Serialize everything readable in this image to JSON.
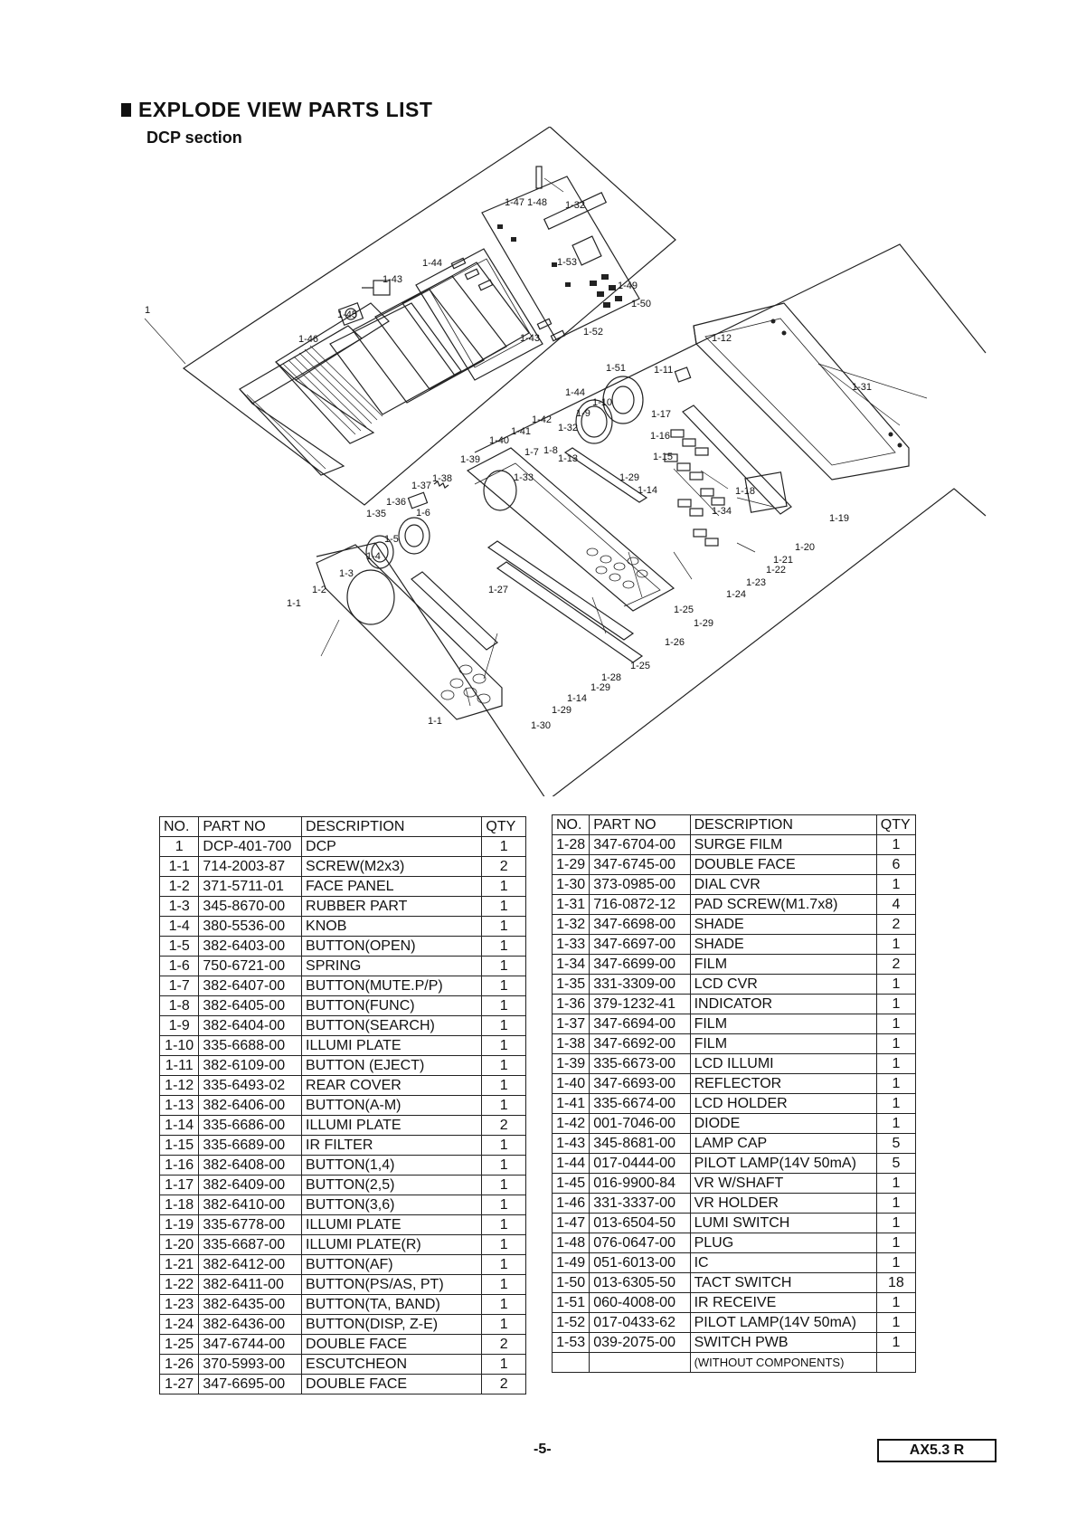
{
  "header": {
    "title": "EXPLODE VIEW PARTS LIST",
    "subtitle": "DCP section"
  },
  "diagram": {
    "labels": [
      "1-32",
      "1-47",
      "1-48",
      "1-53",
      "1-44",
      "1-43",
      "1-49",
      "1-50",
      "1-45",
      "1-46",
      "1-52",
      "1-43",
      "1-51",
      "1-44",
      "1-12",
      "1-11",
      "1-31",
      "1-10",
      "1-9",
      "1-42",
      "1-17",
      "1-32",
      "1-16",
      "1-41",
      "1-7",
      "1-8",
      "1-13",
      "1-15",
      "1-40",
      "1-39",
      "1-29",
      "1-14",
      "1-38",
      "1-33",
      "1-18",
      "1-37",
      "1-36",
      "1-34",
      "1-19",
      "1-35",
      "1-6",
      "1-20",
      "1-5",
      "1-21",
      "1-22",
      "1-4",
      "1-23",
      "1-3",
      "1-24",
      "1-27",
      "1-2",
      "1-1",
      "1-25",
      "1-29",
      "1-26",
      "1-25",
      "1-28",
      "1-29",
      "1-14",
      "1-29",
      "1-1",
      "1-30",
      "1"
    ]
  },
  "table": {
    "headers": {
      "no": "NO.",
      "part": "PART NO",
      "desc": "DESCRIPTION",
      "qty": "QTY"
    },
    "left_rows": [
      {
        "no": "1",
        "part": "DCP-401-700",
        "desc": "DCP",
        "qty": "1"
      },
      {
        "no": "1-1",
        "part": "714-2003-87",
        "desc": "SCREW(M2x3)",
        "qty": "2"
      },
      {
        "no": "1-2",
        "part": "371-5711-01",
        "desc": "FACE PANEL",
        "qty": "1"
      },
      {
        "no": "1-3",
        "part": "345-8670-00",
        "desc": "RUBBER PART",
        "qty": "1"
      },
      {
        "no": "1-4",
        "part": "380-5536-00",
        "desc": "KNOB",
        "qty": "1"
      },
      {
        "no": "1-5",
        "part": "382-6403-00",
        "desc": "BUTTON(OPEN)",
        "qty": "1"
      },
      {
        "no": "1-6",
        "part": "750-6721-00",
        "desc": "SPRING",
        "qty": "1"
      },
      {
        "no": "1-7",
        "part": "382-6407-00",
        "desc": "BUTTON(MUTE.P/P)",
        "qty": "1"
      },
      {
        "no": "1-8",
        "part": "382-6405-00",
        "desc": "BUTTON(FUNC)",
        "qty": "1"
      },
      {
        "no": "1-9",
        "part": "382-6404-00",
        "desc": "BUTTON(SEARCH)",
        "qty": "1"
      },
      {
        "no": "1-10",
        "part": "335-6688-00",
        "desc": "ILLUMI PLATE",
        "qty": "1"
      },
      {
        "no": "1-11",
        "part": "382-6109-00",
        "desc": "BUTTON (EJECT)",
        "qty": "1"
      },
      {
        "no": "1-12",
        "part": "335-6493-02",
        "desc": "REAR COVER",
        "qty": "1"
      },
      {
        "no": "1-13",
        "part": "382-6406-00",
        "desc": "BUTTON(A-M)",
        "qty": "1"
      },
      {
        "no": "1-14",
        "part": "335-6686-00",
        "desc": "ILLUMI PLATE",
        "qty": "2"
      },
      {
        "no": "1-15",
        "part": "335-6689-00",
        "desc": "IR FILTER",
        "qty": "1"
      },
      {
        "no": "1-16",
        "part": "382-6408-00",
        "desc": "BUTTON(1,4)",
        "qty": "1"
      },
      {
        "no": "1-17",
        "part": "382-6409-00",
        "desc": "BUTTON(2,5)",
        "qty": "1"
      },
      {
        "no": "1-18",
        "part": "382-6410-00",
        "desc": "BUTTON(3,6)",
        "qty": "1"
      },
      {
        "no": "1-19",
        "part": "335-6778-00",
        "desc": "ILLUMI PLATE",
        "qty": "1"
      },
      {
        "no": "1-20",
        "part": "335-6687-00",
        "desc": "ILLUMI PLATE(R)",
        "qty": "1"
      },
      {
        "no": "1-21",
        "part": "382-6412-00",
        "desc": "BUTTON(AF)",
        "qty": "1"
      },
      {
        "no": "1-22",
        "part": "382-6411-00",
        "desc": "BUTTON(PS/AS, PT)",
        "qty": "1"
      },
      {
        "no": "1-23",
        "part": "382-6435-00",
        "desc": "BUTTON(TA, BAND)",
        "qty": "1"
      },
      {
        "no": "1-24",
        "part": "382-6436-00",
        "desc": "BUTTON(DISP, Z-E)",
        "qty": "1"
      },
      {
        "no": "1-25",
        "part": "347-6744-00",
        "desc": "DOUBLE FACE",
        "qty": "2"
      },
      {
        "no": "1-26",
        "part": "370-5993-00",
        "desc": "ESCUTCHEON",
        "qty": "1"
      },
      {
        "no": "1-27",
        "part": "347-6695-00",
        "desc": "DOUBLE FACE",
        "qty": "2"
      }
    ],
    "right_rows": [
      {
        "no": "1-28",
        "part": "347-6704-00",
        "desc": "SURGE FILM",
        "qty": "1"
      },
      {
        "no": "1-29",
        "part": "347-6745-00",
        "desc": "DOUBLE FACE",
        "qty": "6"
      },
      {
        "no": "1-30",
        "part": "373-0985-00",
        "desc": "DIAL CVR",
        "qty": "1"
      },
      {
        "no": "1-31",
        "part": "716-0872-12",
        "desc": "PAD SCREW(M1.7x8)",
        "qty": "4"
      },
      {
        "no": "1-32",
        "part": "347-6698-00",
        "desc": "SHADE",
        "qty": "2"
      },
      {
        "no": "1-33",
        "part": "347-6697-00",
        "desc": "SHADE",
        "qty": "1"
      },
      {
        "no": "1-34",
        "part": "347-6699-00",
        "desc": "FILM",
        "qty": "2"
      },
      {
        "no": "1-35",
        "part": "331-3309-00",
        "desc": "LCD CVR",
        "qty": "1"
      },
      {
        "no": "1-36",
        "part": "379-1232-41",
        "desc": "INDICATOR",
        "qty": "1"
      },
      {
        "no": "1-37",
        "part": "347-6694-00",
        "desc": "FILM",
        "qty": "1"
      },
      {
        "no": "1-38",
        "part": "347-6692-00",
        "desc": "FILM",
        "qty": "1"
      },
      {
        "no": "1-39",
        "part": "335-6673-00",
        "desc": "LCD ILLUMI",
        "qty": "1"
      },
      {
        "no": "1-40",
        "part": "347-6693-00",
        "desc": "REFLECTOR",
        "qty": "1"
      },
      {
        "no": "1-41",
        "part": "335-6674-00",
        "desc": "LCD HOLDER",
        "qty": "1"
      },
      {
        "no": "1-42",
        "part": "001-7046-00",
        "desc": "DIODE",
        "qty": "1"
      },
      {
        "no": "1-43",
        "part": "345-8681-00",
        "desc": "LAMP CAP",
        "qty": "5"
      },
      {
        "no": "1-44",
        "part": "017-0444-00",
        "desc": "PILOT LAMP(14V 50mA)",
        "qty": "5"
      },
      {
        "no": "1-45",
        "part": "016-9900-84",
        "desc": "VR W/SHAFT",
        "qty": "1"
      },
      {
        "no": "1-46",
        "part": "331-3337-00",
        "desc": "VR HOLDER",
        "qty": "1"
      },
      {
        "no": "1-47",
        "part": "013-6504-50",
        "desc": "LUMI SWITCH",
        "qty": "1"
      },
      {
        "no": "1-48",
        "part": "076-0647-00",
        "desc": "PLUG",
        "qty": "1"
      },
      {
        "no": "1-49",
        "part": "051-6013-00",
        "desc": "IC",
        "qty": "1"
      },
      {
        "no": "1-50",
        "part": "013-6305-50",
        "desc": "TACT SWITCH",
        "qty": "18"
      },
      {
        "no": "1-51",
        "part": "060-4008-00",
        "desc": "IR RECEIVE",
        "qty": "1"
      },
      {
        "no": "1-52",
        "part": "017-0433-62",
        "desc": "PILOT LAMP(14V 50mA)",
        "qty": "1"
      },
      {
        "no": "1-53",
        "part": "039-2075-00",
        "desc": "SWITCH PWB",
        "qty": "1",
        "note": "(WITHOUT COMPONENTS)"
      }
    ]
  },
  "footer": {
    "page_number": "-5-",
    "model": "AX5.3 R"
  }
}
